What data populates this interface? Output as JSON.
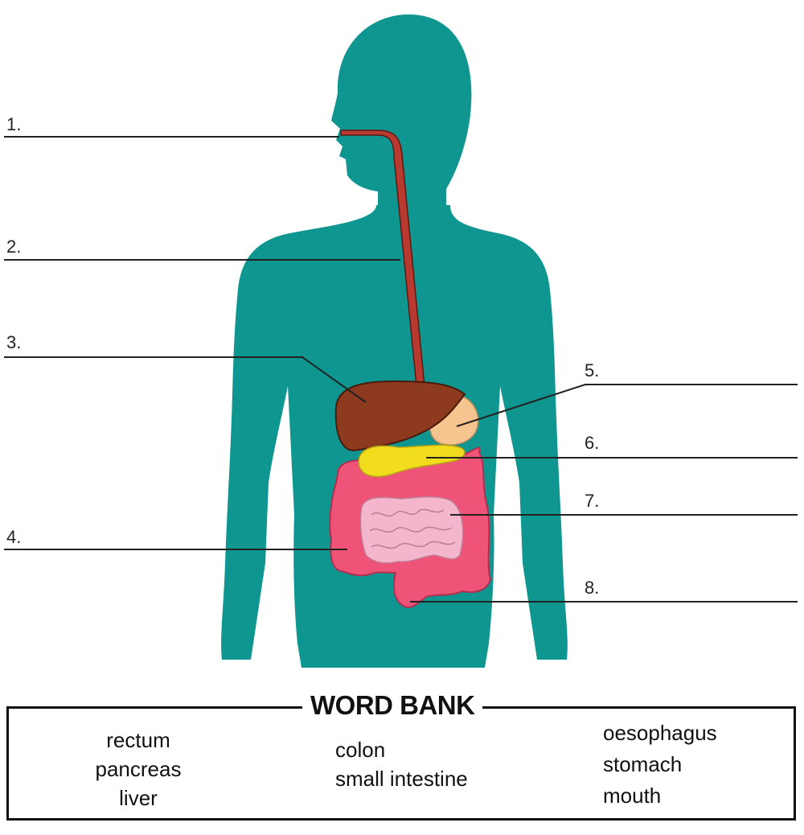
{
  "labels": [
    "1.",
    "2.",
    "3.",
    "4.",
    "5.",
    "6.",
    "7.",
    "8."
  ],
  "word_bank": {
    "title": "WORD BANK",
    "column_1": [
      "rectum",
      "pancreas",
      "liver"
    ],
    "column_2": [
      "colon",
      "small intestine"
    ],
    "column_3": [
      "oesophagus",
      "stomach",
      "mouth"
    ]
  },
  "colors": {
    "body": "#0f9690",
    "oesophagus": "#b8392f",
    "liver": "#8e3a1f",
    "stomach": "#f5c48f",
    "pancreas": "#f2dc1e",
    "large_intestine": "#ef5478",
    "small_intestine": "#f4b6cc",
    "leader_line": "#222222"
  },
  "icons": [
    "human-silhouette",
    "digestive-system-organs"
  ]
}
